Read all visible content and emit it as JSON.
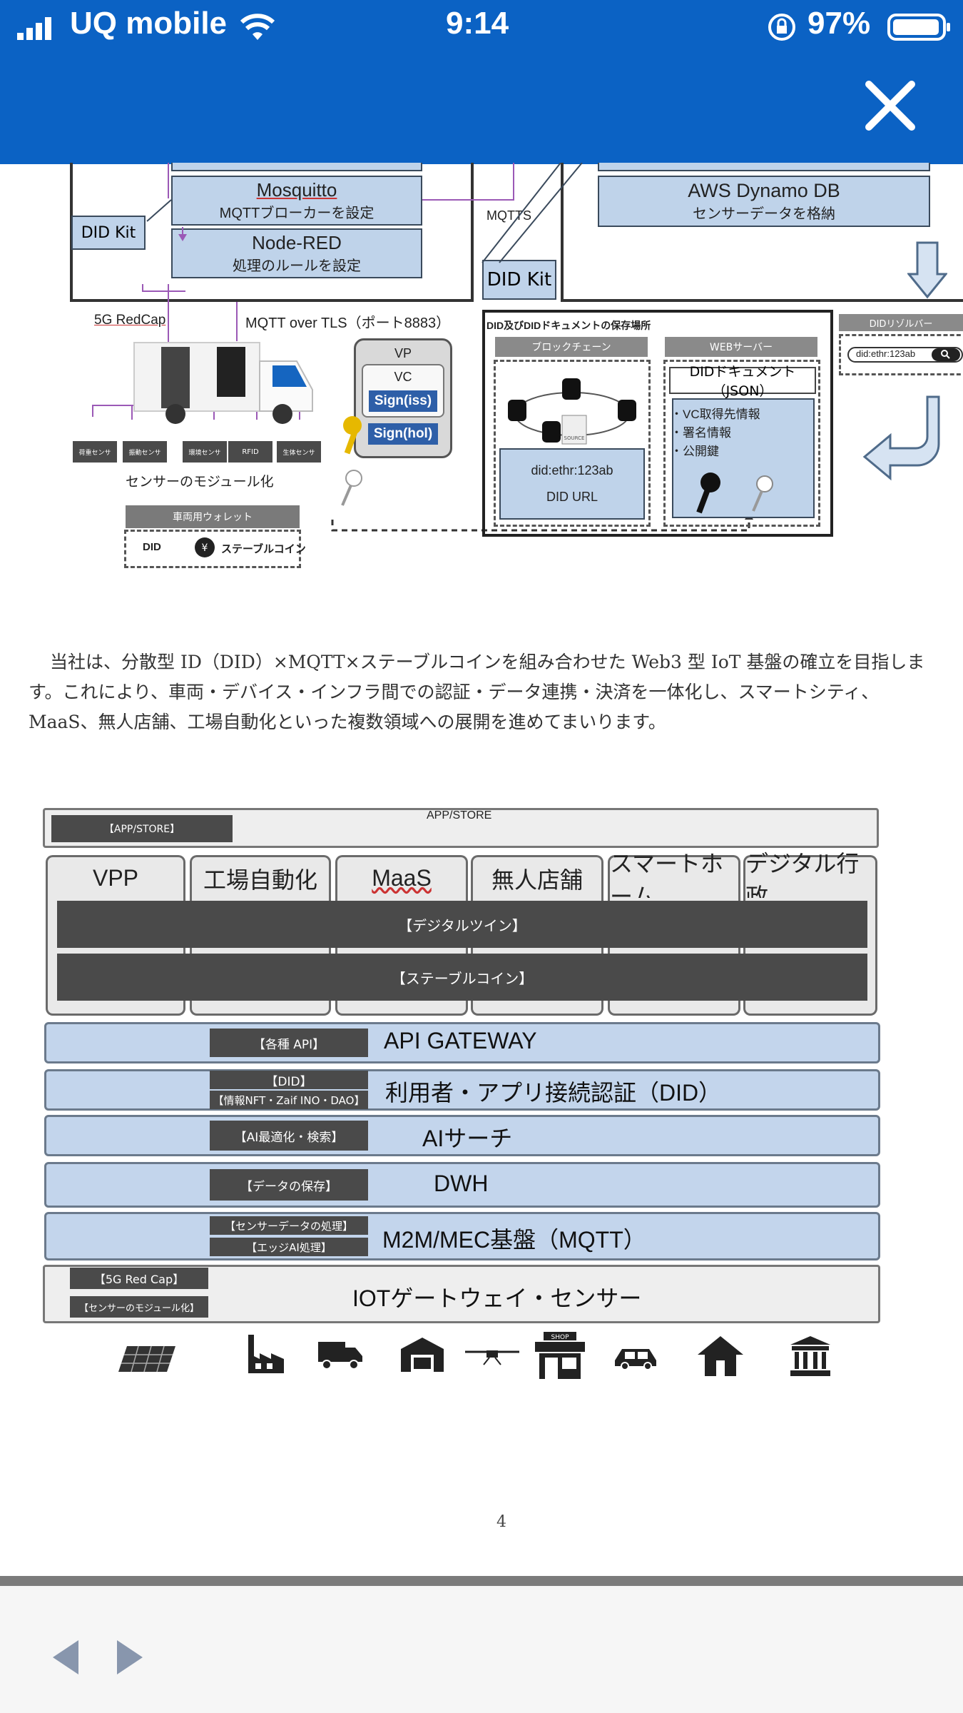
{
  "status": {
    "carrier": "UQ mobile",
    "time": "9:14",
    "battery": "97%"
  },
  "nav": {
    "close_icon": "close-icon"
  },
  "diagram_top": {
    "mosquitto_title": "Mosquitto",
    "mosquitto_sub": "MQTTブローカーを設定",
    "nodered_title": "Node-RED",
    "nodered_sub": "処理のルールを設定",
    "did_kit_left": "DID Kit",
    "mqtts": "MQTTS",
    "did_kit_right": "DID Kit",
    "aws_title": "AWS Dynamo DB",
    "aws_sub": "センサーデータを格納",
    "redcap": "5G RedCap",
    "mqtt_tls": "MQTT over TLS（ポート8883）",
    "vp": "VP",
    "vc": "VC",
    "sign_iss": "Sign(iss)",
    "sign_hol": "Sign(hol)",
    "sensors": [
      "荷重センサ",
      "振動センサ",
      "環境センサ",
      "RFID",
      "生体センサ"
    ],
    "sensor_module": "センサーのモジュール化",
    "wallet_title": "車両用ウォレット",
    "wallet_did": "DID",
    "wallet_coin": "ステーブルコイン",
    "storage_title": "DID及びDIDドキュメントの保存場所",
    "blockchain": "ブロックチェーン",
    "webserver": "WEBサーバー",
    "did_doc": "DIDドキュメント（JSON）",
    "vc_info": "・VC取得先情報",
    "sign_info": "・署名情報",
    "pubkey": "・公開鍵",
    "did_ethr": "did:ethr:123ab",
    "did_url": "DID URL",
    "source": "SOURCE",
    "resolver": "DIDリゾルバー",
    "resolver_input": "did:ethr:123ab"
  },
  "paragraph": {
    "line1": "当社は、分散型 ID（DID）×MQTT×ステーブルコインを組み合わせた Web3 型 IoT 基盤の確立を目指しま",
    "line2": "す。これにより、車両・デバイス・インフラ間での認証・データ連携・決済を一体化し、スマートシティ、",
    "line3": "MaaS、無人店舗、工場自動化といった複数領域への展開を進めてまいります。"
  },
  "stack": {
    "app_store_title": "APP/STORE",
    "app_store_tag": "【APP/STORE】",
    "tabs": [
      "VPP",
      "工場自動化",
      "MaaS",
      "無人店舗",
      "スマートホーム",
      "デジタル行政"
    ],
    "digital_twin": "【デジタルツイン】",
    "stablecoin": "【ステーブルコイン】",
    "layers": [
      {
        "tag1": "【各種 API】",
        "tag2": "",
        "title": "API GATEWAY"
      },
      {
        "tag1": "【DID】",
        "tag2": "【情報NFT・Zaif INO・DAO】",
        "title": "利用者・アプリ接続認証（DID）"
      },
      {
        "tag1": "【AI最適化・検索】",
        "tag2": "",
        "title": "AIサーチ"
      },
      {
        "tag1": "【データの保存】",
        "tag2": "",
        "title": "DWH"
      },
      {
        "tag1": "【センサーデータの処理】",
        "tag2": "【エッジAI処理】",
        "title": "M2M/MEC基盤（MQTT）"
      },
      {
        "tag1": "【5G Red Cap】",
        "tag2": "【センサーのモジュール化】",
        "title": "IOTゲートウェイ・センサー"
      }
    ],
    "icons": [
      "solar-panel-icon",
      "factory-icon",
      "truck-icon",
      "warehouse-icon",
      "drone-icon",
      "shop-icon",
      "car-icon",
      "house-icon",
      "government-building-icon"
    ],
    "shop_sign": "SHOP"
  },
  "page_number": "4",
  "toolbar": {
    "prev": "previous-page-icon",
    "next": "next-page-icon"
  }
}
